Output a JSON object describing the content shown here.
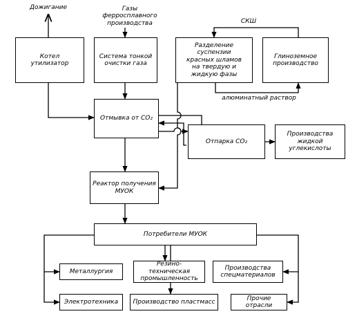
{
  "labels": {
    "afterburning": "Дожигание",
    "ferroalloy_gases": "Газы\nферросплавного\nпроизводства",
    "sksh": "СКШ",
    "aluminate_solution": "алюминатный раствор"
  },
  "boxes": {
    "waste_heat_boiler": "Котел\nутилизатор",
    "gas_cleaning": "Система тонкой\nочистки газа",
    "suspension_separation": "Разделение суспензии\nкрасных шламов\nна твердую и\nжидкую фазы",
    "alumina_production": "Глиноземное\nпроизводство",
    "co2_washing": "Отмывка от CO₂",
    "co2_stripping": "Отпарка CO₂",
    "liquid_co2_production": "Производства\nжидкой углекислоты",
    "muok_reactor": "Реактор получения\nМУОК",
    "muok_consumers": "Потребители МУОК",
    "metallurgy": "Металлургия",
    "rubber_industry": "Резино-техническая\nпромышленность",
    "special_materials": "Производства\nспецматериалов",
    "electrical_engineering": "Электротехника",
    "plastics_production": "Производство пластмасс",
    "other_industries": "Прочие отрасли"
  }
}
